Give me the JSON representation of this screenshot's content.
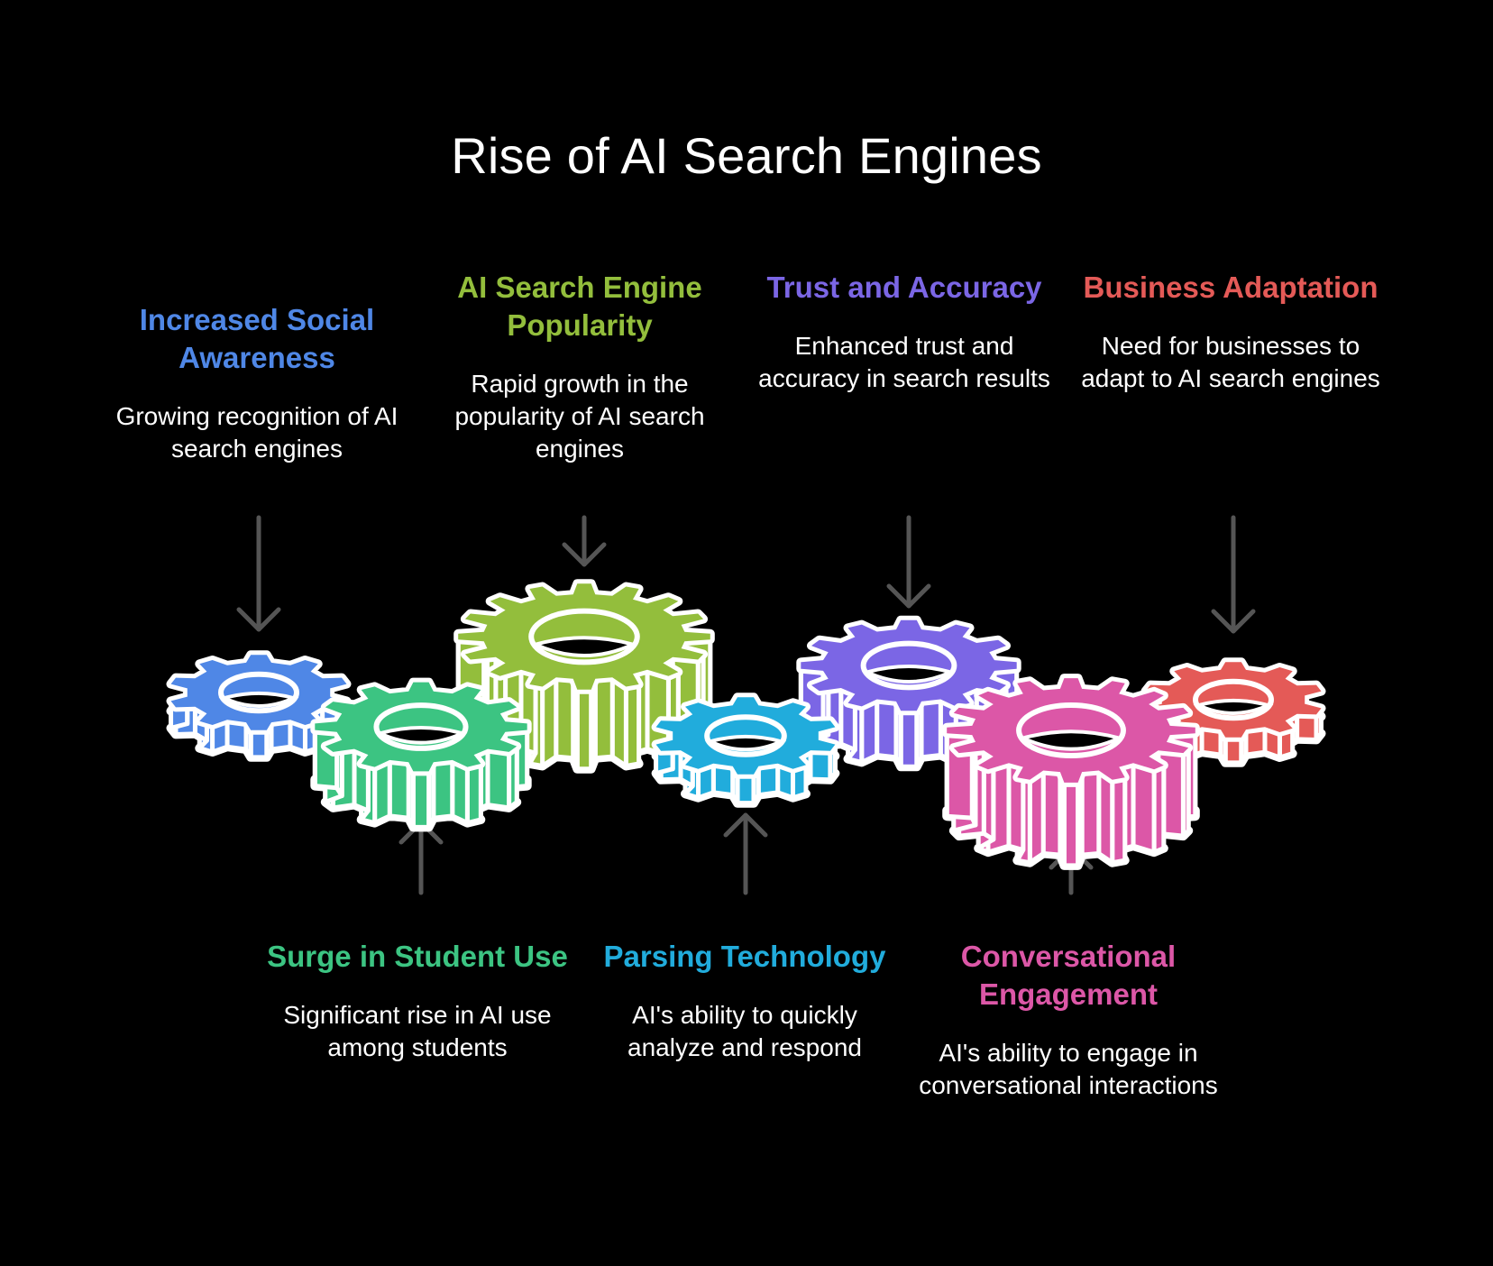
{
  "title": "Rise of AI Search Engines",
  "arrow_color": "#555555",
  "gear_outline_color": "#ffffff",
  "items": [
    {
      "id": "social-awareness",
      "heading": "Increased Social Awareness",
      "description": "Growing recognition of AI search engines",
      "color": "#4f87e6",
      "position": "top",
      "order": 1
    },
    {
      "id": "student-use",
      "heading": "Surge in Student Use",
      "description": "Significant rise in AI use among students",
      "color": "#3cc482",
      "position": "bottom",
      "order": 2
    },
    {
      "id": "popularity",
      "heading": "AI Search Engine Popularity",
      "description": "Rapid growth in the popularity of AI search engines",
      "color": "#93be3c",
      "position": "top",
      "order": 3
    },
    {
      "id": "parsing",
      "heading": "Parsing Technology",
      "description": "AI's ability to quickly analyze and respond",
      "color": "#21acdc",
      "position": "bottom",
      "order": 4
    },
    {
      "id": "trust",
      "heading": "Trust and Accuracy",
      "description": "Enhanced trust and accuracy in search results",
      "color": "#7b66e5",
      "position": "top",
      "order": 5
    },
    {
      "id": "conversational",
      "heading": "Conversational Engagement",
      "description": "AI's ability to engage in conversational interactions",
      "color": "#dc57a7",
      "position": "bottom",
      "order": 6
    },
    {
      "id": "business",
      "heading": "Business Adaptation",
      "description": "Need for businesses to adapt to AI search engines",
      "color": "#e45a57",
      "position": "top",
      "order": 7
    }
  ]
}
